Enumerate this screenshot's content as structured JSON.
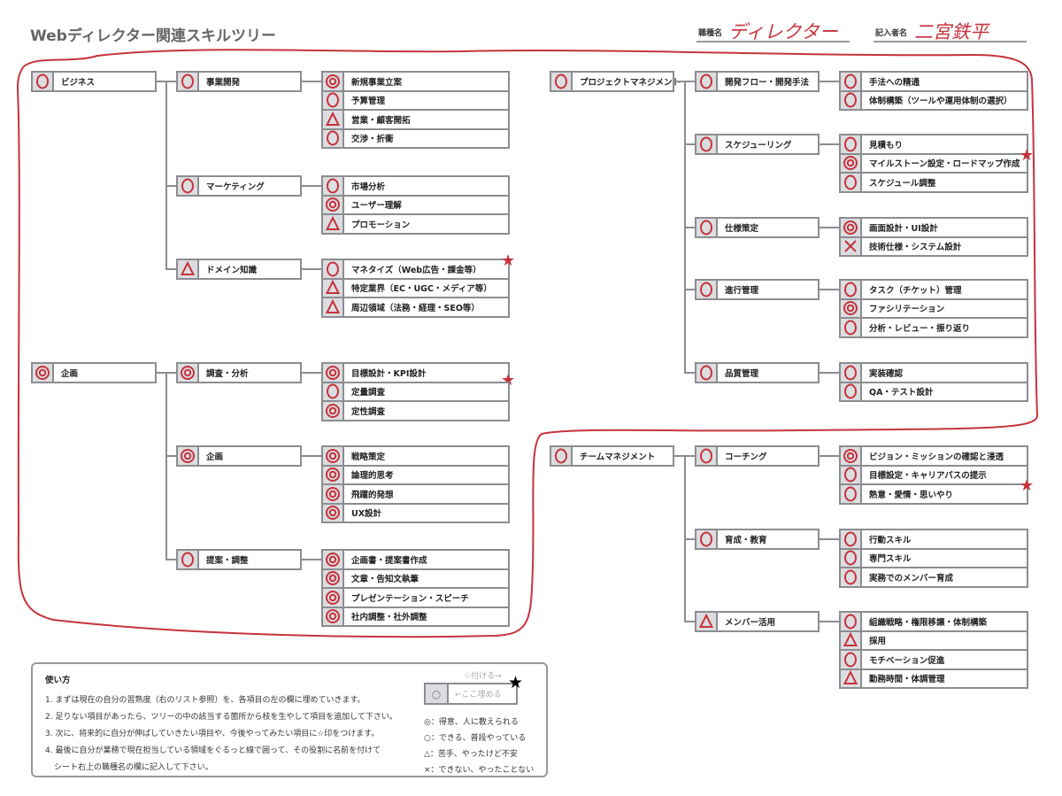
{
  "title": "Webディレクター関連スキルツリー",
  "header": {
    "job_label": "職種名",
    "job_value": "ディレクター",
    "writer_label": "記入者名",
    "writer_value": "二宮鉄平"
  },
  "colors": {
    "red": "#c5333d",
    "border": "#8b8d91",
    "mark_bg": "#dcdde0"
  },
  "tree": {
    "left": [
      {
        "label": "ビジネス",
        "mark": "○",
        "groups": [
          {
            "label": "事業開発",
            "mark": "○",
            "items": [
              {
                "label": "新規事業立案",
                "mark": "◎"
              },
              {
                "label": "予算管理",
                "mark": "○"
              },
              {
                "label": "営業・顧客開拓",
                "mark": "△"
              },
              {
                "label": "交渉・折衝",
                "mark": "○"
              }
            ]
          },
          {
            "label": "マーケティング",
            "mark": "○",
            "items": [
              {
                "label": "市場分析",
                "mark": "○"
              },
              {
                "label": "ユーザー理解",
                "mark": "◎"
              },
              {
                "label": "プロモーション",
                "mark": "△"
              }
            ]
          },
          {
            "label": "ドメイン知識",
            "mark": "△",
            "items": [
              {
                "label": "マネタイズ（Web広告・課金等）",
                "mark": "○",
                "star": true
              },
              {
                "label": "特定業界（EC・UGC・メディア等）",
                "mark": "△"
              },
              {
                "label": "周辺領域（法務・経理・SEO等）",
                "mark": "△"
              }
            ]
          }
        ]
      },
      {
        "label": "企画",
        "mark": "◎",
        "groups": [
          {
            "label": "調査・分析",
            "mark": "◎",
            "items": [
              {
                "label": "目標設計・KPI設計",
                "mark": "◎",
                "star": true
              },
              {
                "label": "定量調査",
                "mark": "○"
              },
              {
                "label": "定性調査",
                "mark": "◎"
              }
            ]
          },
          {
            "label": "企画",
            "mark": "◎",
            "items": [
              {
                "label": "戦略策定",
                "mark": "◎"
              },
              {
                "label": "論理的思考",
                "mark": "◎"
              },
              {
                "label": "飛躍的発想",
                "mark": "◎"
              },
              {
                "label": "UX設計",
                "mark": "◎"
              }
            ]
          },
          {
            "label": "提案・調整",
            "mark": "○",
            "items": [
              {
                "label": "企画書・提案書作成",
                "mark": "◎"
              },
              {
                "label": "文章・告知文執筆",
                "mark": "◎"
              },
              {
                "label": "プレゼンテーション・スピーチ",
                "mark": "◎"
              },
              {
                "label": "社内調整・社外調整",
                "mark": "◎"
              }
            ]
          }
        ]
      }
    ],
    "right": [
      {
        "label": "プロジェクトマネジメント",
        "mark": "○",
        "groups": [
          {
            "label": "開発フロー・開発手法",
            "mark": "○",
            "items": [
              {
                "label": "手法への精通",
                "mark": "○"
              },
              {
                "label": "体制構築（ツールや運用体制の選択）",
                "mark": "○"
              }
            ]
          },
          {
            "label": "スケジューリング",
            "mark": "○",
            "items": [
              {
                "label": "見積もり",
                "mark": "○"
              },
              {
                "label": "マイルストーン設定・ロードマップ作成",
                "mark": "◎",
                "star": true
              },
              {
                "label": "スケジュール調整",
                "mark": "○"
              }
            ]
          },
          {
            "label": "仕様策定",
            "mark": "○",
            "items": [
              {
                "label": "画面設計・UI設計",
                "mark": "◎"
              },
              {
                "label": "技術仕様・システム設計",
                "mark": "×"
              }
            ]
          },
          {
            "label": "進行管理",
            "mark": "○",
            "items": [
              {
                "label": "タスク（チケット）管理",
                "mark": "○"
              },
              {
                "label": "ファシリテーション",
                "mark": "◎"
              },
              {
                "label": "分析・レビュー・振り返り",
                "mark": "○"
              }
            ]
          },
          {
            "label": "品質管理",
            "mark": "○",
            "items": [
              {
                "label": "実装確認",
                "mark": "○"
              },
              {
                "label": "QA・テスト設計",
                "mark": "○"
              }
            ]
          }
        ]
      },
      {
        "label": "チームマネジメント",
        "mark": "○",
        "groups": [
          {
            "label": "コーチング",
            "mark": "○",
            "items": [
              {
                "label": "ビジョン・ミッションの確認と浸透",
                "mark": "◎"
              },
              {
                "label": "目標設定・キャリアパスの提示",
                "mark": "○"
              },
              {
                "label": "熱意・愛情・思いやり",
                "mark": "○",
                "star": true
              }
            ]
          },
          {
            "label": "育成・教育",
            "mark": "○",
            "items": [
              {
                "label": "行動スキル",
                "mark": "○"
              },
              {
                "label": "専門スキル",
                "mark": "○"
              },
              {
                "label": "実務でのメンバー育成",
                "mark": "○"
              }
            ]
          },
          {
            "label": "メンバー活用",
            "mark": "△",
            "items": [
              {
                "label": "組織戦略・権限移譲・体制構築",
                "mark": "○"
              },
              {
                "label": "採用",
                "mark": "△"
              },
              {
                "label": "モチベーション促進",
                "mark": "○"
              },
              {
                "label": "勤務時間・体調管理",
                "mark": "△"
              }
            ]
          }
        ]
      }
    ]
  },
  "legend": {
    "title": "使い方",
    "steps": [
      "1. まずは現在の自分の習熟度（右のリスト参照）を、各項目の左の欄に埋めていきます。",
      "2. 足りない項目があったら、ツリーの中の該当する箇所から枝を生やして項目を追加して下さい。",
      "3. 次に、将来的に自分が伸ばしていきたい項目や、今後やってみたい項目に☆印をつけます。",
      "4. 最後に自分が業務で現在担当している領域をぐるっと線で囲って、その役割に名前を付けて",
      "シート右上の職種名の欄に記入して下さい。"
    ],
    "star_hint": "☆付ける→",
    "sample_mark": "○",
    "sample_hint": "←ここ埋める",
    "sample_star": "★",
    "keys": [
      "◎：得意、人に教えられる",
      "○：できる、普段やっている",
      "△：苦手、やったけど不安",
      "×：できない、やったことない"
    ]
  }
}
